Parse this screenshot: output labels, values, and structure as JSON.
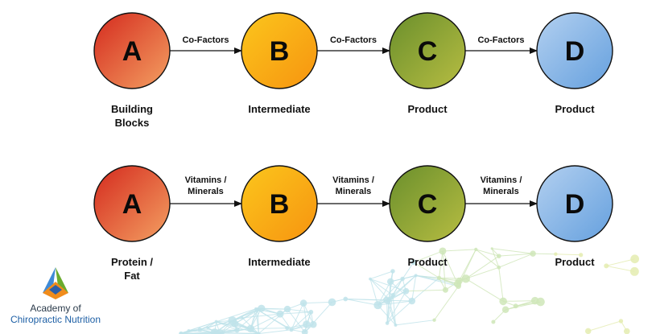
{
  "rows": [
    {
      "nodes": [
        {
          "letter": "A",
          "label": "Building\nBlocks",
          "grad": "red"
        },
        {
          "letter": "B",
          "label": "Intermediate",
          "grad": "orange"
        },
        {
          "letter": "C",
          "label": "Product",
          "grad": "olive"
        },
        {
          "letter": "D",
          "label": "Product",
          "grad": "blue"
        }
      ],
      "edges": [
        "Co-Factors",
        "Co-Factors",
        "Co-Factors"
      ]
    },
    {
      "nodes": [
        {
          "letter": "A",
          "label": "Protein /\nFat",
          "grad": "red"
        },
        {
          "letter": "B",
          "label": "Intermediate",
          "grad": "orange"
        },
        {
          "letter": "C",
          "label": "Product",
          "grad": "olive"
        },
        {
          "letter": "D",
          "label": "Product",
          "grad": "blue"
        }
      ],
      "edges": [
        "Vitamins /\nMinerals",
        "Vitamins /\nMinerals",
        "Vitamins /\nMinerals"
      ]
    }
  ],
  "colors": {
    "red": [
      "#d42a1e",
      "#f4a062"
    ],
    "orange": [
      "#f9b50e",
      "#f79a1a"
    ],
    "olive": [
      "#6e9230",
      "#b3ba3f"
    ],
    "blue": [
      "#a8c8ec",
      "#6ea5df"
    ]
  },
  "logo": {
    "line1": "Academy of",
    "line2": "Chiropractic Nutrition"
  }
}
